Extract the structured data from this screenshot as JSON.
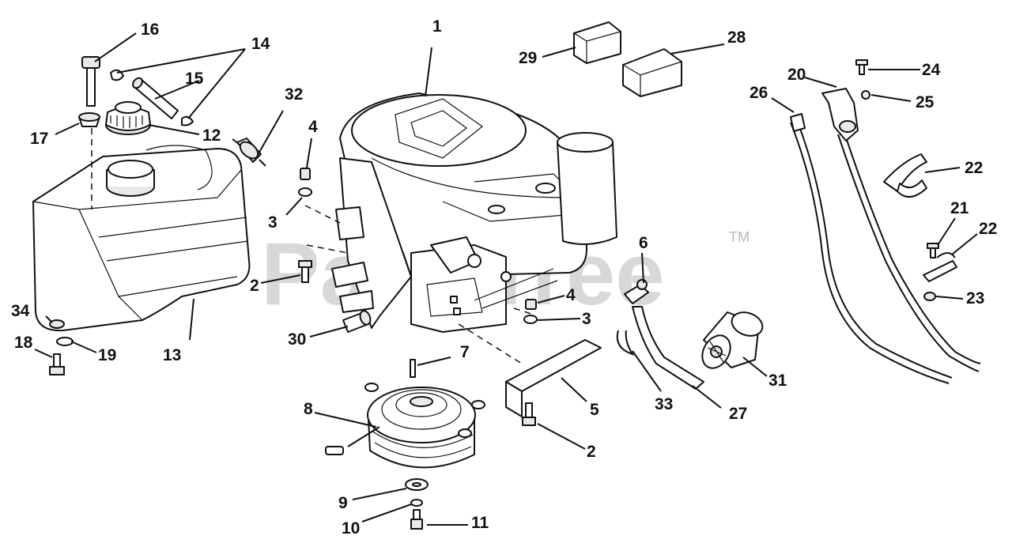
{
  "watermark": {
    "text": "PartsTree",
    "trademark": "TM"
  },
  "callouts": [
    {
      "id": "c1",
      "label": "1"
    },
    {
      "id": "c2a",
      "label": "2"
    },
    {
      "id": "c2b",
      "label": "2"
    },
    {
      "id": "c3a",
      "label": "3"
    },
    {
      "id": "c3b",
      "label": "3"
    },
    {
      "id": "c4a",
      "label": "4"
    },
    {
      "id": "c4b",
      "label": "4"
    },
    {
      "id": "c5",
      "label": "5"
    },
    {
      "id": "c6",
      "label": "6"
    },
    {
      "id": "c7",
      "label": "7"
    },
    {
      "id": "c8",
      "label": "8"
    },
    {
      "id": "c9",
      "label": "9"
    },
    {
      "id": "c10",
      "label": "10"
    },
    {
      "id": "c11",
      "label": "11"
    },
    {
      "id": "c12",
      "label": "12"
    },
    {
      "id": "c13",
      "label": "13"
    },
    {
      "id": "c14",
      "label": "14"
    },
    {
      "id": "c15",
      "label": "15"
    },
    {
      "id": "c16",
      "label": "16"
    },
    {
      "id": "c17",
      "label": "17"
    },
    {
      "id": "c18",
      "label": "18"
    },
    {
      "id": "c19",
      "label": "19"
    },
    {
      "id": "c20",
      "label": "20"
    },
    {
      "id": "c21",
      "label": "21"
    },
    {
      "id": "c22a",
      "label": "22"
    },
    {
      "id": "c22b",
      "label": "22"
    },
    {
      "id": "c23",
      "label": "23"
    },
    {
      "id": "c24",
      "label": "24"
    },
    {
      "id": "c25",
      "label": "25"
    },
    {
      "id": "c26",
      "label": "26"
    },
    {
      "id": "c27",
      "label": "27"
    },
    {
      "id": "c28",
      "label": "28"
    },
    {
      "id": "c29",
      "label": "29"
    },
    {
      "id": "c30",
      "label": "30"
    },
    {
      "id": "c31",
      "label": "31"
    },
    {
      "id": "c32",
      "label": "32"
    },
    {
      "id": "c33",
      "label": "33"
    },
    {
      "id": "c34",
      "label": "34"
    }
  ]
}
